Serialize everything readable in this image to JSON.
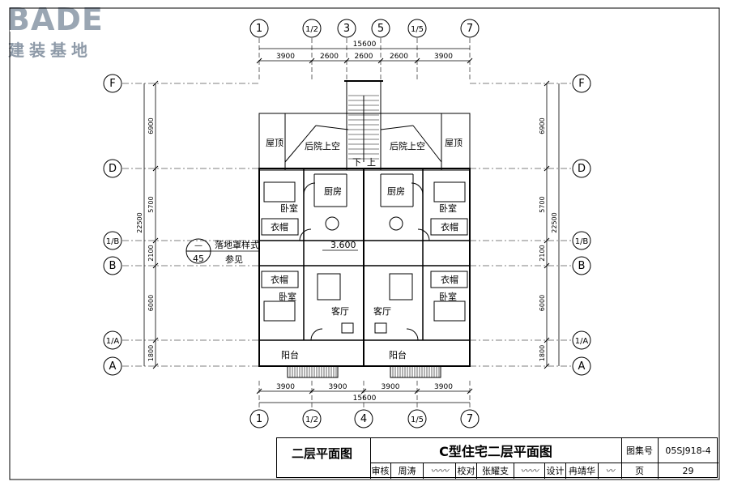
{
  "logo": {
    "word": "BADE",
    "cn": "建装基地"
  },
  "grid": {
    "top_labels": [
      "1",
      "1/2",
      "3",
      "5",
      "1/5",
      "7"
    ],
    "bottom_labels": [
      "1",
      "1/2",
      "4",
      "1/5",
      "7"
    ],
    "left_labels": [
      "F",
      "D",
      "1/B",
      "B",
      "1/A",
      "A"
    ],
    "right_labels": [
      "F",
      "D",
      "1/B",
      "B",
      "1/A",
      "A"
    ]
  },
  "dims": {
    "top_total": "15600",
    "top_parts": [
      "3900",
      "2600",
      "2600",
      "2600",
      "3900"
    ],
    "bottom_total": "15600",
    "bottom_parts": [
      "3900",
      "3900",
      "3900",
      "3900"
    ],
    "left_parts": [
      "6900",
      "5700",
      "2100",
      "6000",
      "1800"
    ],
    "left_total": "22500",
    "right_parts": [
      "6900",
      "5700",
      "2100",
      "6000",
      "1800"
    ],
    "right_total": "22500"
  },
  "rooms": {
    "roof": "屋顶",
    "yard": "后院上空",
    "kitchen": "厨房",
    "bedroom": "卧室",
    "wardrobe": "衣帽",
    "living": "客厅",
    "balcony": "阳台",
    "down": "下",
    "up": "上",
    "level": "3.600"
  },
  "ref": {
    "top": "—",
    "bottom": "45",
    "note1": "落地罩样式",
    "note2": "参见"
  },
  "drawing_title": "二层平面图",
  "title_block": {
    "title": "C型住宅二层平面图",
    "atlas_label": "图集号",
    "atlas_no": "05SJ918-4",
    "audit": "审核",
    "audit_name": "周涛",
    "check": "校对",
    "check_name": "张耀支",
    "design": "设计",
    "design_name": "冉靖华",
    "page_label": "页",
    "page_no": "29"
  }
}
